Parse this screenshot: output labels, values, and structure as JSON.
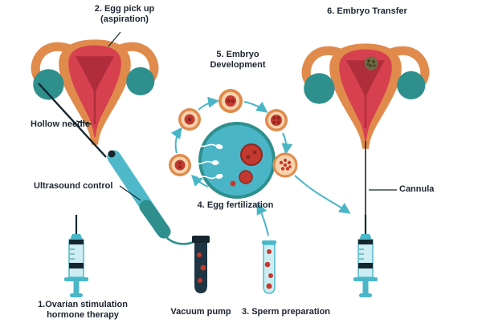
{
  "steps": {
    "step1": {
      "line1": "1.Ovarian stimulation",
      "line2": "hormone therapy"
    },
    "step2": {
      "line1": "2. Egg pick up",
      "line2": "(aspiration)"
    },
    "step3": {
      "label": "3. Sperm preparation"
    },
    "step4": {
      "label": "4. Egg fertilization"
    },
    "step5": {
      "line1": "5. Embryo",
      "line2": "Development"
    },
    "step6": {
      "label": "6. Embryo Transfer"
    }
  },
  "annotations": {
    "hollow_needle": "Hollow needle",
    "ultrasound_control": "Ultrasound control",
    "cannula": "Cannula",
    "vacuum_pump": "Vacuum pump"
  },
  "icons": {
    "uterus": "uterus-illustration",
    "ovary": "ovary-circle",
    "needle": "hollow-needle-icon",
    "probe": "ultrasound-probe-icon",
    "syringe": "syringe-icon",
    "vacuum_tube": "vacuum-pump-tube-icon",
    "sperm_tube": "sperm-tube-icon",
    "fertilization": "egg-fertilization-circle",
    "embryo_cell": "embryo-cell-icon",
    "arrow": "flow-arrow-icon"
  },
  "colors": {
    "uterus_orange": "#E08B4C",
    "uterus_red": "#D6404F",
    "uterus_dark_red": "#B02E3C",
    "ovary_teal": "#2E8F8D",
    "device_cyan": "#49B7C8",
    "light_cyan": "#CDEDF2",
    "dark_navy": "#16262E",
    "arrow_blue": "#4AB5C6",
    "cell_red": "#C4392F",
    "cell_cream": "#F6D3AC",
    "text": "#1C2430",
    "background": "#FFFFFF"
  }
}
